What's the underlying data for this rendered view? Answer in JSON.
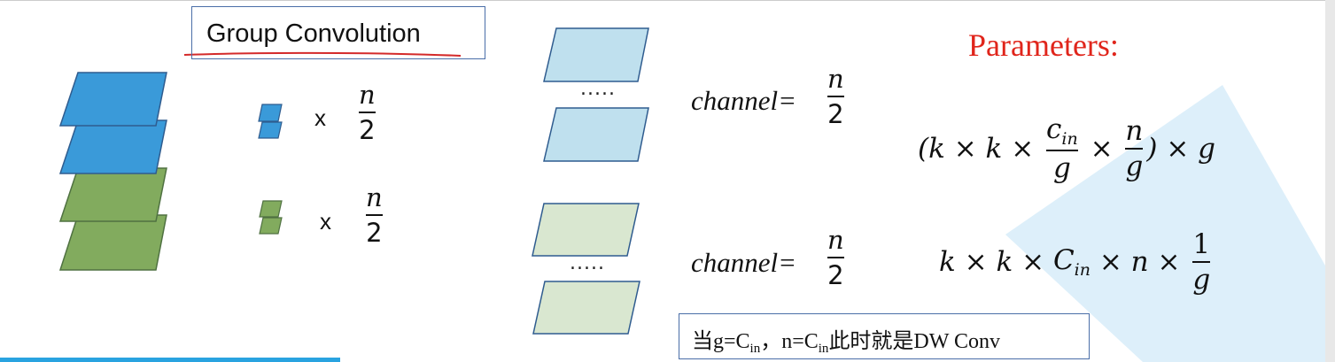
{
  "title": "Group Convolution",
  "parameters_title": "Parameters:",
  "multiply_symbol": "x",
  "fraction": {
    "numerator": "n",
    "denominator": "2"
  },
  "dots": ".....",
  "channel_label": "channel=",
  "formula_group": {
    "open": "(k × k × ",
    "c": "c",
    "c_sub": "in",
    "c_den": "g",
    "mid": " × ",
    "n_num": "n",
    "n_den": "g",
    "close": ") × g"
  },
  "formula_dw": {
    "text": "k × k × ",
    "c": "C",
    "c_sub": "in",
    "rest": " × n × ",
    "frac_num": "1",
    "frac_den": "g"
  },
  "note": {
    "part1": "当g=C",
    "sub1": "in",
    "part2": "，n=C",
    "sub2": "in",
    "part3": "此时就是DW Conv"
  },
  "colors": {
    "blue_fill": "#3a9ad9",
    "blue_edge": "#2f5c8f",
    "green_fill": "#82ab5e",
    "green_edge": "#4f7141",
    "light_blue": "#bfe0ee",
    "light_green": "#d9e7d0",
    "frame": "#4a6ea8",
    "underline": "#d42a2a",
    "triangle": "#d9edf9",
    "accent_line": "#29a3e0"
  }
}
